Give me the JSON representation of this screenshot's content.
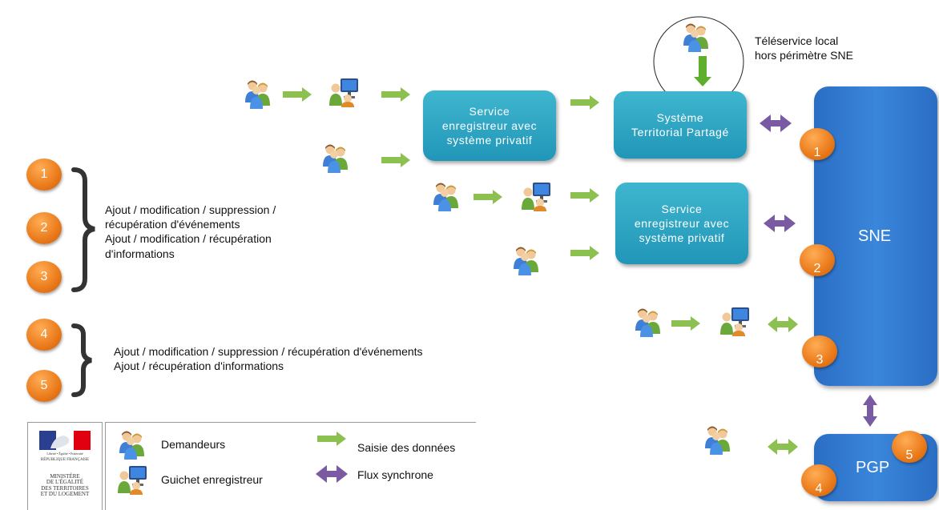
{
  "boxes": {
    "service_top": [
      "Service",
      "enregistreur avec",
      "système privatif"
    ],
    "stp": [
      "Système",
      "Territorial Partagé"
    ],
    "service_bottom": [
      "Service",
      "enregistreur avec",
      "système privatif"
    ],
    "sne": "SNE",
    "pgp": "PGP"
  },
  "teleservice": [
    "Téléservice local",
    "hors périmètre SNE"
  ],
  "numbers": {
    "left": [
      "1",
      "2",
      "3",
      "4",
      "5"
    ],
    "sne": [
      "1",
      "2",
      "3"
    ],
    "pgp": [
      "5",
      "4"
    ]
  },
  "groups": {
    "group1": [
      "Ajout / modification / suppression /",
      "récupération d'événements",
      "Ajout / modification / récupération",
      "d'informations"
    ],
    "group2": [
      "Ajout / modification / suppression / récupération d'événements",
      "Ajout / récupération d'informations"
    ]
  },
  "legend": {
    "demandeurs": "Demandeurs",
    "guichet": "Guichet enregistreur",
    "saisie": "Saisie des données",
    "flux": "Flux synchrone"
  },
  "logo": {
    "motto": "Liberté • Égalité • Fraternité",
    "republique": "RÉPUBLIQUE FRANÇAISE",
    "ministere": [
      "MINISTÈRE",
      "DE L'ÉGALITÉ",
      "DES TERRITOIRES",
      "ET DU LOGEMENT"
    ]
  },
  "colors": {
    "box": "#2ba3c5",
    "sne": "#2f78d0",
    "orange": "#ea7a1a",
    "green_arrow": "#8cc152",
    "purple_arrow": "#7a5ba3"
  }
}
